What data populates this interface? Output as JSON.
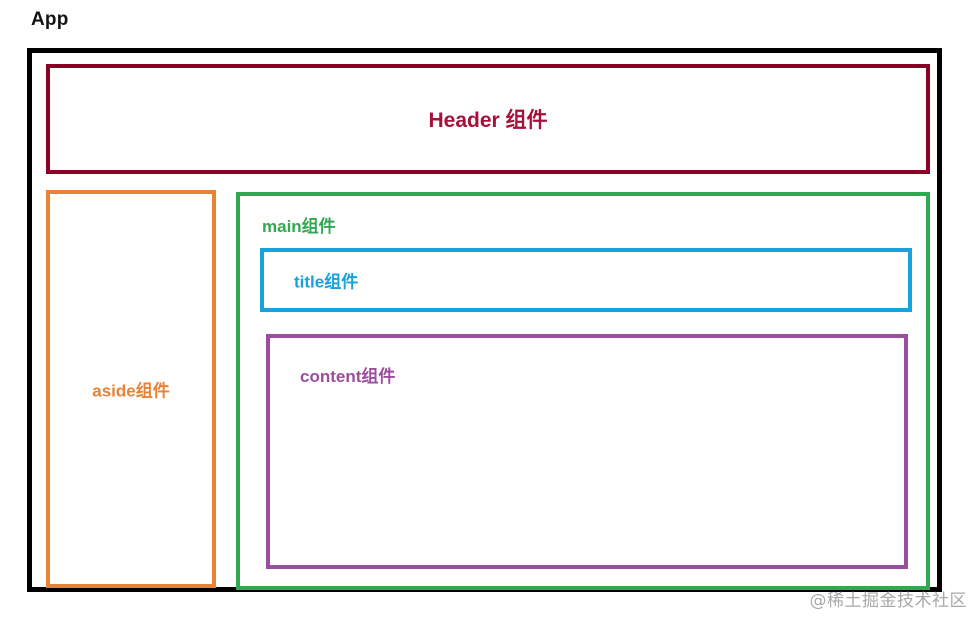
{
  "diagram": {
    "title": "App",
    "colors": {
      "app_frame": "#000000",
      "header": "#8B0023",
      "header_text": "#A8103A",
      "aside": "#E98234",
      "main": "#33A853",
      "title": "#17A2DC",
      "content": "#9B4E9E",
      "watermark": "#9a9a9a",
      "background": "#ffffff"
    },
    "boxes": {
      "app": {
        "label": "App"
      },
      "header": {
        "label": "Header 组件"
      },
      "aside": {
        "label": "aside组件"
      },
      "main": {
        "label": "main组件"
      },
      "title": {
        "label": "title组件"
      },
      "content": {
        "label": "content组件"
      }
    }
  },
  "watermark": {
    "text": "@稀土掘金技术社区"
  }
}
